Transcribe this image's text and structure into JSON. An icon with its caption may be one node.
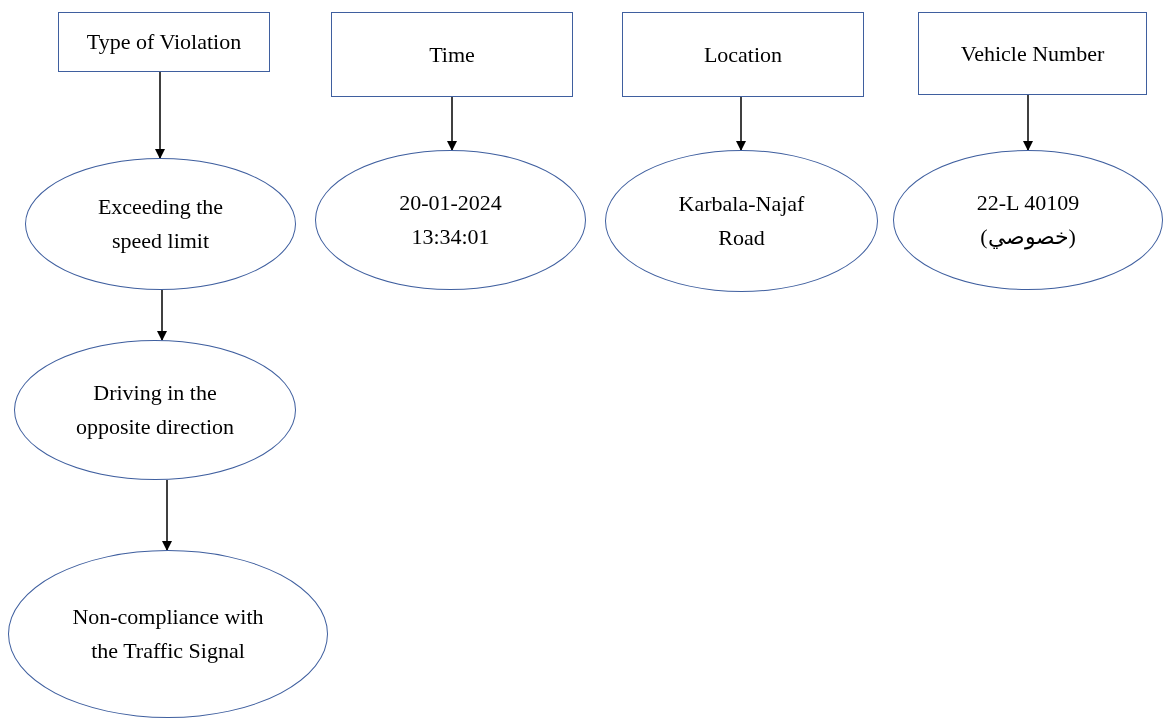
{
  "diagram": {
    "nodes": [
      {
        "text": [
          "Type of Violation"
        ]
      },
      {
        "text": [
          "Time"
        ]
      },
      {
        "text": [
          "Location"
        ]
      },
      {
        "text": [
          "Vehicle Number"
        ]
      },
      {
        "text": [
          "Exceeding the speed limit"
        ]
      },
      {
        "text": [
          "20-01-2024 13:34:01"
        ]
      },
      {
        "text": [
          "Karbala-Najaf Road"
        ]
      },
      {
        "text": [
          "22-L 40109 (خصوصي)"
        ]
      },
      {
        "text": [
          "Driving in the opposite direction"
        ]
      },
      {
        "text": [
          "Non-compliance with the Traffic Signal"
        ]
      }
    ],
    "edges": [
      {
        "from": 0,
        "to": 4,
        "arrow": "to"
      },
      {
        "from": 1,
        "to": 5,
        "arrow": "to"
      },
      {
        "from": 2,
        "to": 6,
        "arrow": "to"
      },
      {
        "from": 3,
        "to": 7,
        "arrow": "to"
      },
      {
        "from": 4,
        "to": 8,
        "arrow": "to"
      },
      {
        "from": 8,
        "to": 9,
        "arrow": "to"
      }
    ]
  }
}
